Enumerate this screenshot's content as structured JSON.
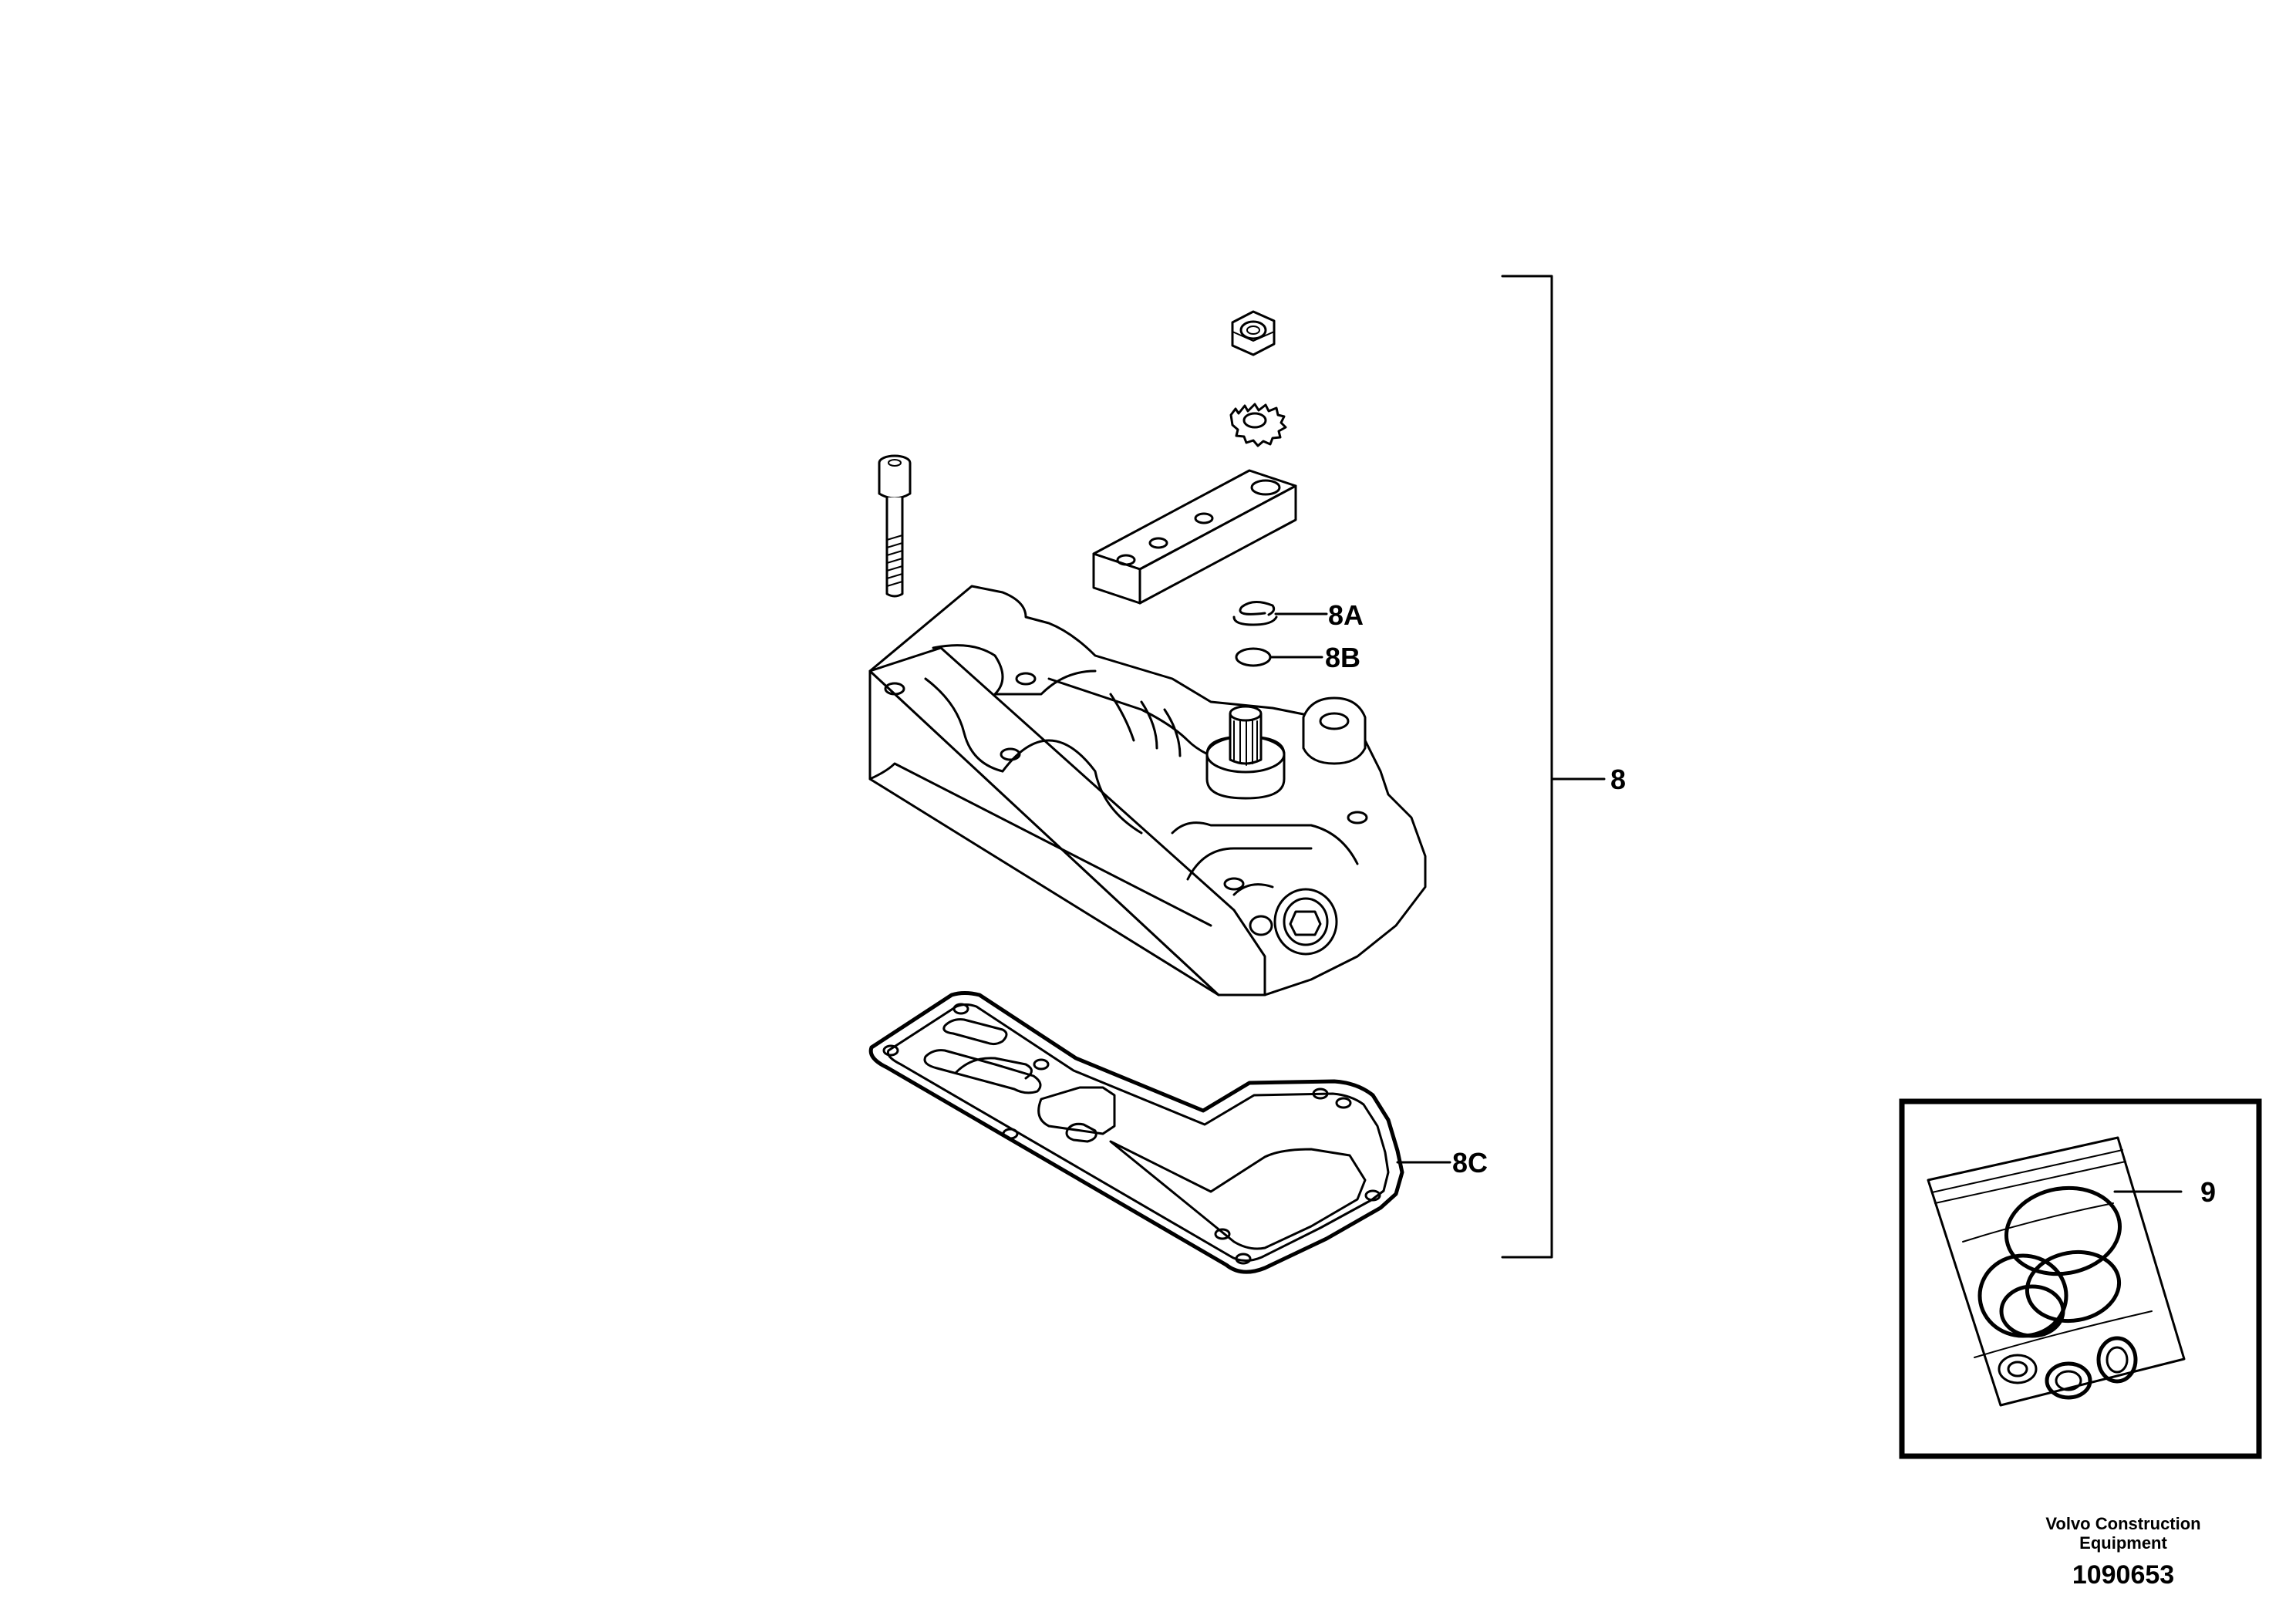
{
  "callouts": {
    "c8": "8",
    "c8a": "8A",
    "c8b": "8B",
    "c8c": "8C",
    "c9": "9"
  },
  "footer": {
    "brand_line1": "Volvo Construction",
    "brand_line2": "Equipment",
    "drawing_number": "1090653"
  },
  "icons": {
    "bolt": "socket-head-bolt-icon",
    "nut": "lock-nut-icon",
    "washer": "lock-washer-icon",
    "lever": "lever-plate-icon",
    "circlip": "circlip-icon",
    "oring": "o-ring-icon",
    "housing": "valve-housing-icon",
    "gasket": "gasket-icon",
    "kit": "seal-kit-bag-icon"
  }
}
